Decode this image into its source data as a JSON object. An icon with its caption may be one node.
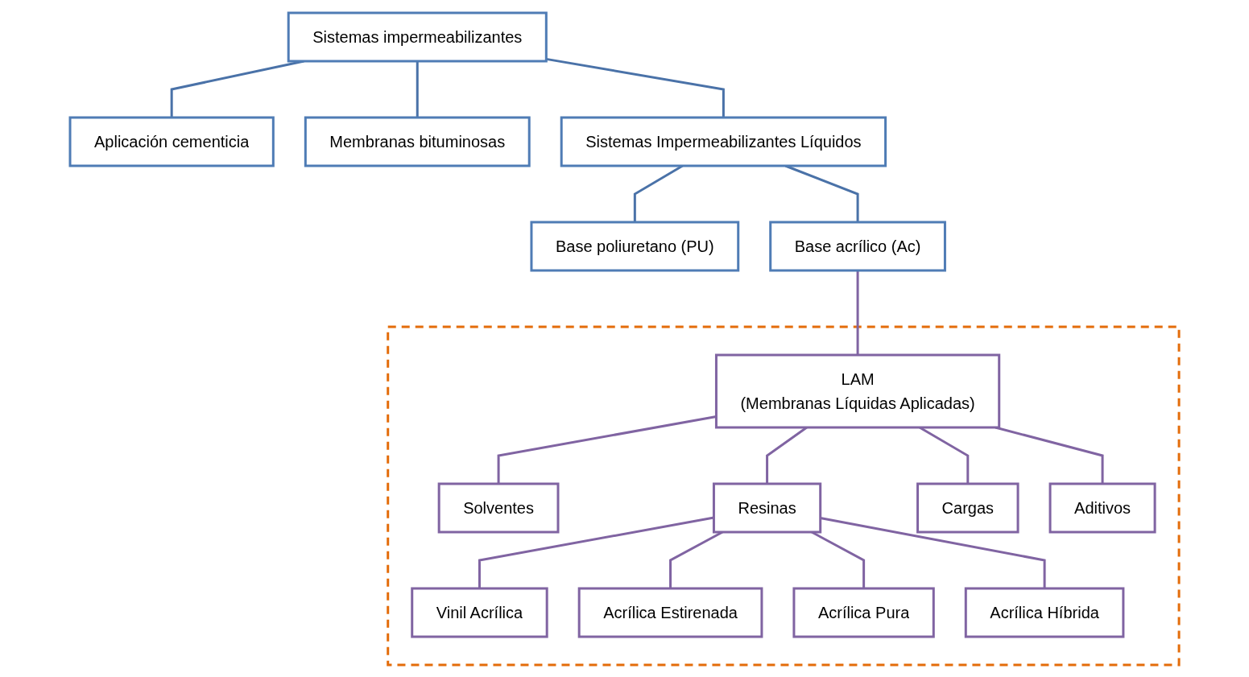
{
  "diagram": {
    "nodes": [
      {
        "text": [
          "Sistemas impermeabilizantes"
        ]
      },
      {
        "text": [
          "Aplicación cementicia"
        ]
      },
      {
        "text": [
          "Membranas bituminosas"
        ]
      },
      {
        "text": [
          "Sistemas Impermeabilizantes Líquidos"
        ]
      },
      {
        "text": [
          "Base poliuretano (PU)"
        ]
      },
      {
        "text": [
          "Base acrílico (Ac)"
        ]
      },
      {
        "text": [],
        "shape": "box"
      },
      {
        "text": [
          "LAM",
          "(Membranas Líquidas Aplicadas)"
        ],
        "in": 6
      },
      {
        "text": [
          "Solventes"
        ],
        "in": 6
      },
      {
        "text": [
          "Resinas"
        ],
        "in": 6
      },
      {
        "text": [
          "Cargas"
        ],
        "in": 6
      },
      {
        "text": [
          "Aditivos"
        ],
        "in": 6
      },
      {
        "text": [
          "Vinil Acrílica"
        ],
        "in": 6
      },
      {
        "text": [
          "Acrílica Estirenada"
        ],
        "in": 6
      },
      {
        "text": [
          "Acrílica Pura"
        ],
        "in": 6
      },
      {
        "text": [
          "Acrílica Híbrida"
        ],
        "in": 6
      }
    ],
    "edges": [
      {
        "from": 0,
        "to": 1,
        "arrow": "none",
        "color": "#4a72a8"
      },
      {
        "from": 0,
        "to": 2,
        "arrow": "none",
        "color": "#4a72a8"
      },
      {
        "from": 0,
        "to": 3,
        "arrow": "none",
        "color": "#4a72a8"
      },
      {
        "from": 3,
        "to": 4,
        "arrow": "none",
        "color": "#4a72a8"
      },
      {
        "from": 3,
        "to": 5,
        "arrow": "none",
        "color": "#4a72a8"
      },
      {
        "from": 5,
        "to": 7,
        "arrow": "none"
      },
      {
        "from": 7,
        "to": 8,
        "arrow": "none"
      },
      {
        "from": 7,
        "to": 9,
        "arrow": "none"
      },
      {
        "from": 7,
        "to": 10,
        "arrow": "none"
      },
      {
        "from": 7,
        "to": 11,
        "arrow": "none"
      },
      {
        "from": 9,
        "to": 12,
        "arrow": "none"
      },
      {
        "from": 9,
        "to": 13,
        "arrow": "none"
      },
      {
        "from": 9,
        "to": 14,
        "arrow": "none"
      },
      {
        "from": 9,
        "to": 15,
        "arrow": "none"
      }
    ]
  }
}
